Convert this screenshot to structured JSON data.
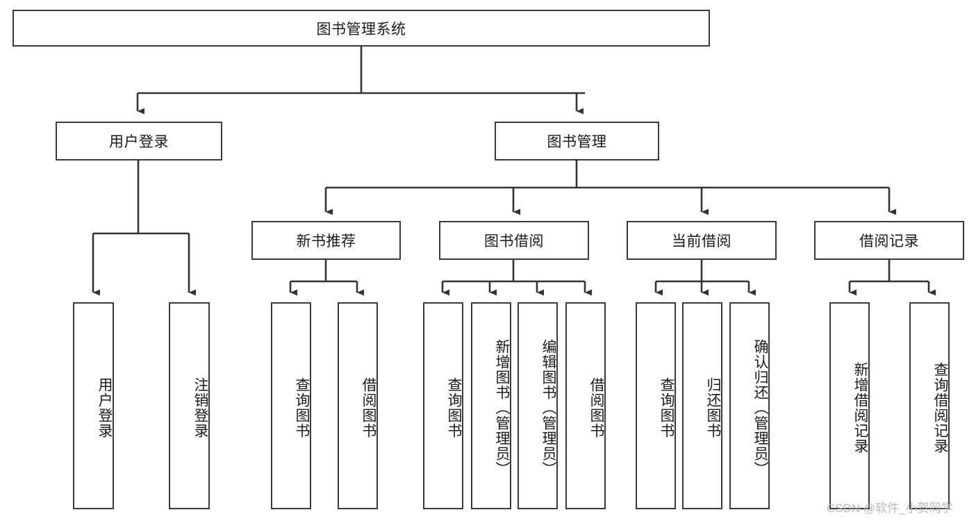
{
  "diagram": {
    "title": "图书管理系统",
    "type": "hierarchy-tree",
    "watermark": "CSDN @软件_小贺同学",
    "colors": {
      "box_border": "#3a3a3a",
      "box_fill": "#ffffff",
      "connector": "#333333",
      "text": "#1a1a1a",
      "watermark": "#b9b9b9"
    },
    "levels": {
      "root": {
        "label": "图书管理系统"
      },
      "level2": [
        {
          "label": "用户登录"
        },
        {
          "label": "图书管理"
        }
      ],
      "level3": [
        {
          "label": "新书推荐"
        },
        {
          "label": "图书借阅"
        },
        {
          "label": "当前借阅"
        },
        {
          "label": "借阅记录"
        }
      ],
      "leaves": {
        "user_login": [
          {
            "label": "用户登录"
          },
          {
            "label": "注销登录"
          }
        ],
        "new_book_recommend": [
          {
            "label": "查询图书"
          },
          {
            "label": "借阅图书"
          }
        ],
        "book_borrow": [
          {
            "label": "查询图书"
          },
          {
            "label": "新增图书（管理员）"
          },
          {
            "label": "编辑图书（管理员）"
          },
          {
            "label": "借阅图书"
          }
        ],
        "current_borrow": [
          {
            "label": "查询图书"
          },
          {
            "label": "归还图书"
          },
          {
            "label": "确认归还（管理员）"
          }
        ],
        "borrow_record": [
          {
            "label": "新增借阅记录"
          },
          {
            "label": "查询借阅记录"
          }
        ]
      }
    }
  }
}
